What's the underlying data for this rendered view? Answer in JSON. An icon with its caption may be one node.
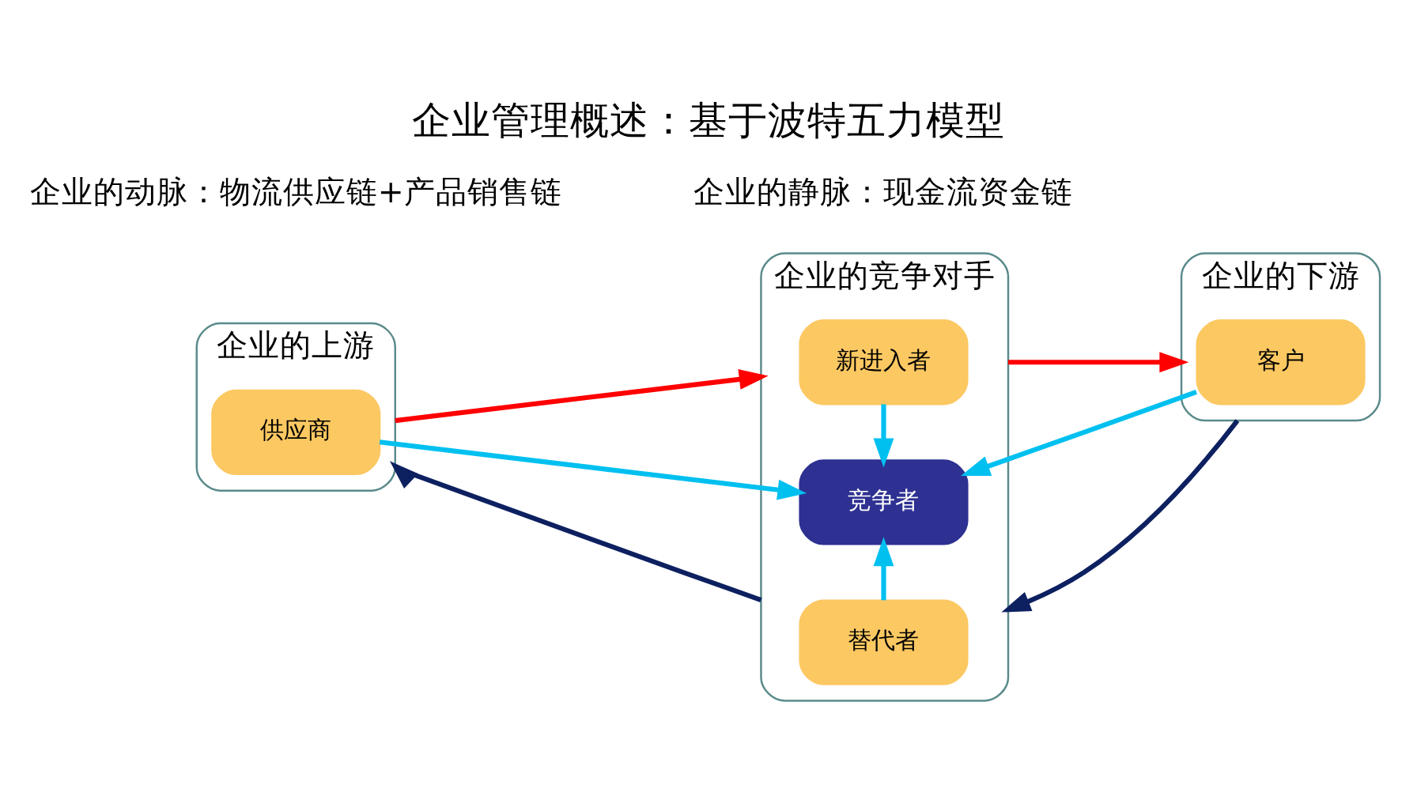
{
  "diagram": {
    "title": "企业管理概述：基于波特五力模型",
    "nodes": [
      {
        "text": [
          "企业的上游"
        ]
      },
      {
        "text": [
          "供应商"
        ],
        "in": 0
      },
      {
        "text": [
          "企业的竞争对手"
        ]
      },
      {
        "text": [
          "新进入者"
        ],
        "in": 2
      },
      {
        "text": [
          "竞争者"
        ],
        "in": 2
      },
      {
        "text": [
          "替代者"
        ],
        "in": 2
      },
      {
        "text": [
          "企业的下游"
        ]
      },
      {
        "text": [
          "客户"
        ],
        "in": 6
      }
    ],
    "edges": [
      {
        "from": 0,
        "to": 2,
        "arrow": "to",
        "color": "#ff0000"
      },
      {
        "from": 2,
        "to": 6,
        "arrow": "to",
        "color": "#ff0000"
      },
      {
        "from": 6,
        "to": 2,
        "arrow": "to",
        "color": "#0d2060"
      },
      {
        "from": 2,
        "to": 0,
        "arrow": "to",
        "color": "#0d2060"
      },
      {
        "from": 1,
        "to": 4,
        "arrow": "to"
      },
      {
        "from": 3,
        "to": 4,
        "arrow": "to"
      },
      {
        "from": 5,
        "to": 4,
        "arrow": "to"
      },
      {
        "from": 7,
        "to": 4,
        "arrow": "to"
      }
    ],
    "labels": [
      "企业的动脉：物流供应链+产品销售链",
      "企业的静脉：现金流资金链"
    ]
  }
}
